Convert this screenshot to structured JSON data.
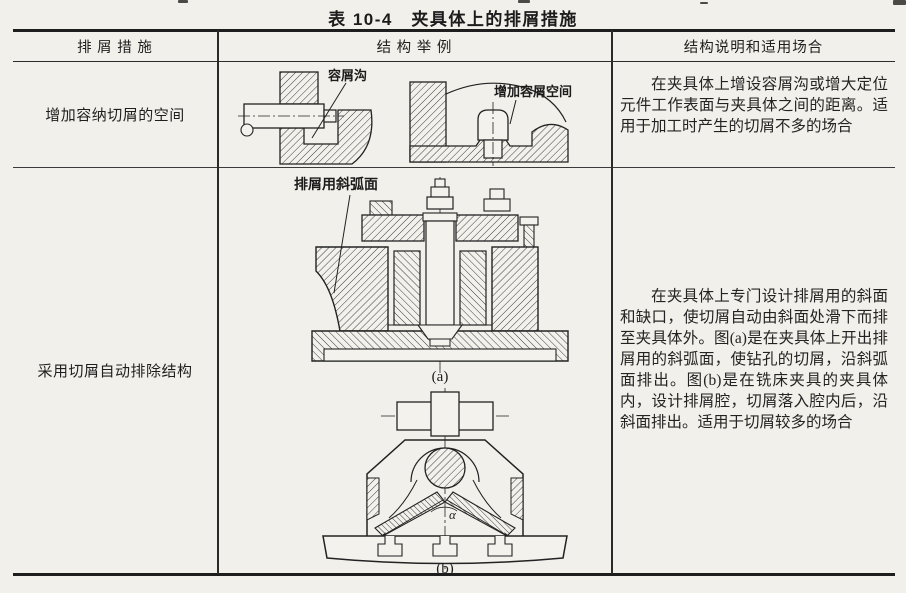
{
  "page": {
    "title": "表 10-4　夹具体上的排屑措施"
  },
  "table": {
    "headers": {
      "measure": "排 屑 措 施",
      "examples": "结 构 举 例",
      "explanation": "结构说明和适用场合"
    },
    "row1": {
      "measure": "增加容纳切屑的空间",
      "figure_labels": {
        "chip_groove": "容屑沟",
        "increase_space": "增加容屑空间"
      },
      "description": "在夹具体上增设容屑沟或增大定位元件工作表面与夹具体之间的距离。适用于加工时产生的切屑不多的场合"
    },
    "row2": {
      "measure": "采用切屑自动排除结构",
      "figure_labels": {
        "inclined_arc_surface": "排屑用斜弧面",
        "angle": "α",
        "caption_a": "(a)",
        "caption_b": "(b)"
      },
      "description": "在夹具体上专门设计排屑用的斜面和缺口，使切屑自动由斜面处滑下而排至夹具体外。图(a)是在夹具体上开出排屑用的斜弧面，使钻孔的切屑，沿斜弧面排出。图(b)是在铣床夹具的夹具体内，设计排屑腔，切屑落入腔内后，沿斜面排出。适用于切屑较多的场合"
    }
  }
}
